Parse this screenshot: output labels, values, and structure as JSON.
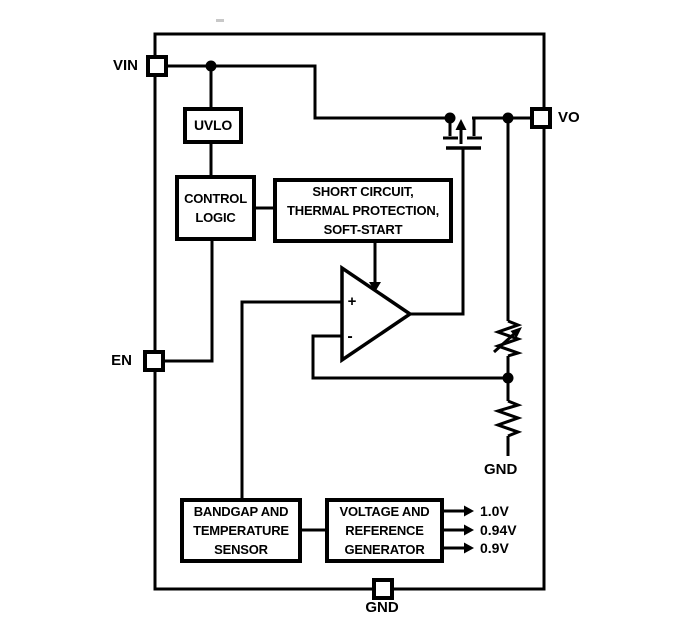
{
  "pins": {
    "vin": "VIN",
    "en": "EN",
    "vo": "VO",
    "gnd": "GND"
  },
  "blocks": {
    "uvlo": {
      "lines": [
        "UVLO"
      ]
    },
    "control_logic": {
      "lines": [
        "CONTROL",
        "LOGIC"
      ]
    },
    "protection": {
      "lines": [
        "SHORT CIRCUIT,",
        "THERMAL PROTECTION,",
        "SOFT-START"
      ]
    },
    "bandgap": {
      "lines": [
        "BANDGAP AND",
        "TEMPERATURE",
        "SENSOR"
      ]
    },
    "reference_generator": {
      "lines": [
        "VOLTAGE AND",
        "REFERENCE",
        "GENERATOR"
      ]
    }
  },
  "error_amplifier": {
    "plus": "+",
    "minus": "-"
  },
  "reference_outputs": [
    "1.0V",
    "0.94V",
    "0.9V"
  ],
  "ground_labels": {
    "divider": "GND",
    "pin": "GND"
  },
  "symbols": {
    "pass_transistor": "pmos-transistor-icon",
    "error_amplifier": "opamp-triangle-icon",
    "feedback_upper_resistor": "variable-resistor-icon",
    "feedback_lower_resistor": "resistor-icon",
    "junctions": "junction-dot"
  },
  "colors": {
    "line": "#000000",
    "background": "#ffffff"
  }
}
